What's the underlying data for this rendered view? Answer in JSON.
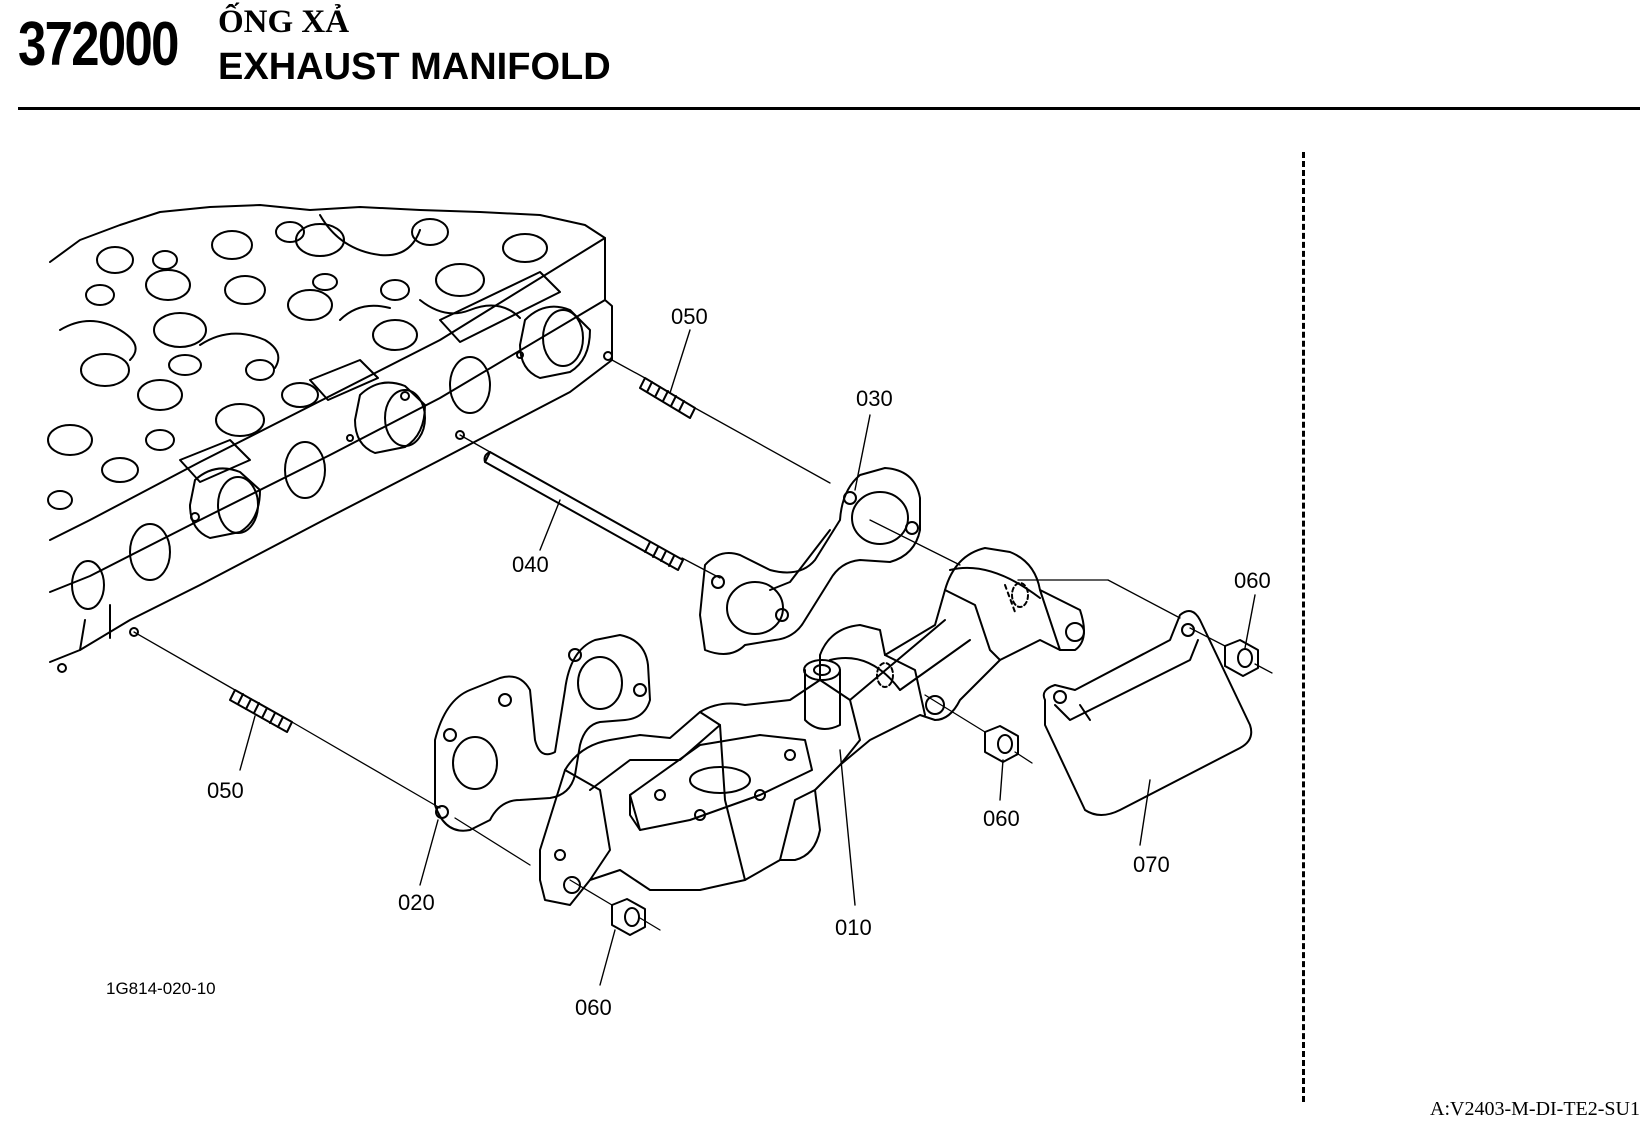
{
  "header": {
    "section_code": "372000",
    "title_vn": "ỐNG XẢ",
    "title_en": "EXHAUST MANIFOLD"
  },
  "callouts": {
    "p010": "010",
    "p020": "020",
    "p030": "030",
    "p040": "040",
    "p050_top": "050",
    "p050_left": "050",
    "p060_right": "060",
    "p060_mid": "060",
    "p060_bottom": "060",
    "p070": "070"
  },
  "drawing_number": "1G814-020-10",
  "page_code": "A:V2403-M-DI-TE2-SU1"
}
